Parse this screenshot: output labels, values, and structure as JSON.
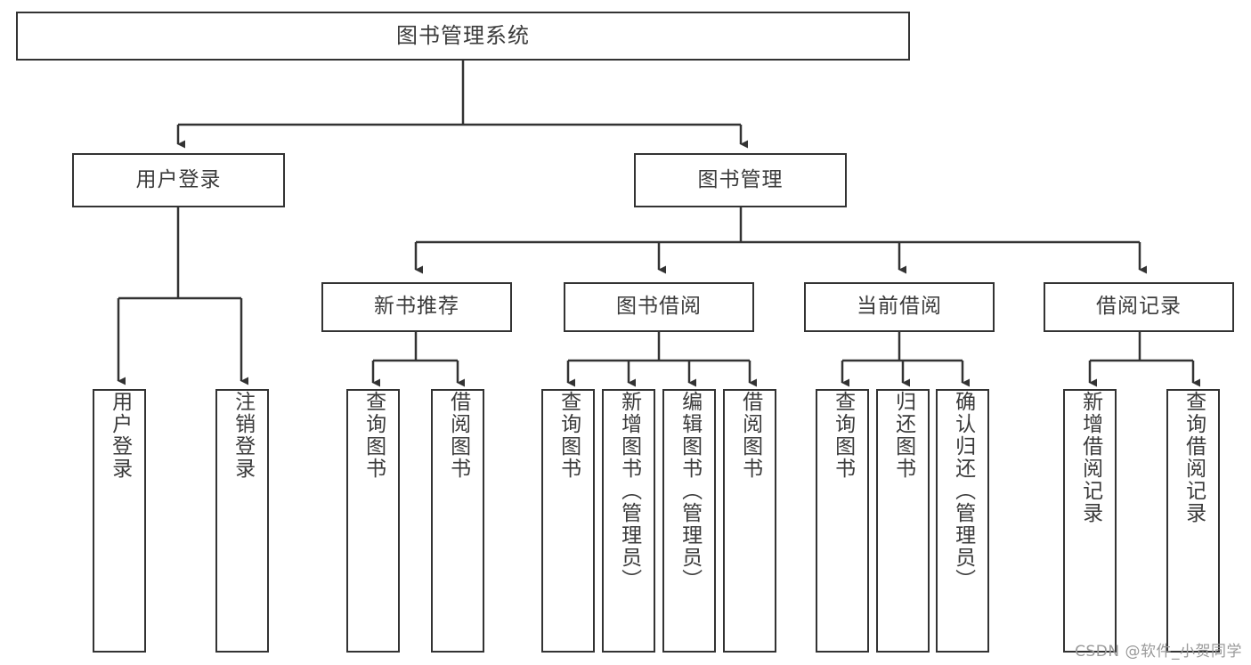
{
  "diagram": {
    "type": "tree-hierarchy-chart",
    "title": "图书管理系统",
    "root": {
      "label": "图书管理系统"
    },
    "level2": [
      {
        "label": "用户登录"
      },
      {
        "label": "图书管理"
      }
    ],
    "level3": [
      {
        "label": "新书推荐"
      },
      {
        "label": "图书借阅"
      },
      {
        "label": "当前借阅"
      },
      {
        "label": "借阅记录"
      }
    ],
    "leaves": {
      "user_login": [
        {
          "label": "用户登录"
        },
        {
          "label": "注销登录"
        }
      ],
      "new_book_recommend": [
        {
          "label": "查询图书"
        },
        {
          "label": "借阅图书"
        }
      ],
      "book_borrow": [
        {
          "label": "查询图书"
        },
        {
          "label": "新增图书（管理员）"
        },
        {
          "label": "编辑图书（管理员）"
        },
        {
          "label": "借阅图书"
        }
      ],
      "current_borrow": [
        {
          "label": "查询图书"
        },
        {
          "label": "归还图书"
        },
        {
          "label": "确认归还（管理员）"
        }
      ],
      "borrow_record": [
        {
          "label": "新增借阅记录"
        },
        {
          "label": "查询借阅记录"
        }
      ]
    },
    "watermark": "CSDN @软件_小贺同学",
    "colors": {
      "stroke": "#333333",
      "text": "#3b3b3b",
      "background": "#ffffff",
      "watermark": "#9a9a9a"
    }
  }
}
